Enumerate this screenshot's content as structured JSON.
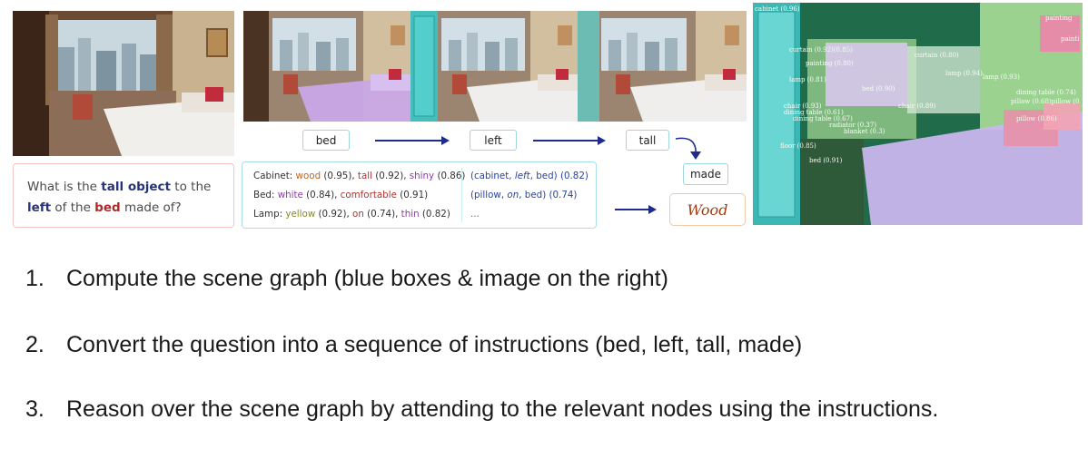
{
  "question": {
    "part1": "What is the ",
    "tall": "tall",
    "object": " object",
    "part2": " to the",
    "left": "left",
    "part3": " of the ",
    "bed": "bed",
    "part4": " made of?"
  },
  "instructions": [
    "bed",
    "left",
    "tall",
    "made"
  ],
  "scene_graph": {
    "attributes": [
      {
        "object": "Cabinet:",
        "items": [
          {
            "text": "wood",
            "score": "(0.95),",
            "color": "orange"
          },
          {
            "text": "tall",
            "score": "(0.92),",
            "color": "red"
          },
          {
            "text": "shiny",
            "score": "(0.86)",
            "color": "purple"
          }
        ]
      },
      {
        "object": "Bed:",
        "items": [
          {
            "text": "white",
            "score": "(0.84),",
            "color": "purple"
          },
          {
            "text": "comfortable",
            "score": "(0.91)",
            "color": "red"
          }
        ]
      },
      {
        "object": "Lamp:",
        "items": [
          {
            "text": "yellow",
            "score": "(0.92),",
            "color": "olive"
          },
          {
            "text": "on",
            "score": "(0.74),",
            "color": "red"
          },
          {
            "text": "thin",
            "score": "(0.82)",
            "color": "purple"
          }
        ]
      }
    ],
    "relations": [
      {
        "open": "(cabinet, ",
        "rel": "left",
        "close": ", bed) (0.82)"
      },
      {
        "open": "(pillow, ",
        "rel": "on",
        "close": ", bed) (0.74)"
      },
      {
        "open": "...",
        "rel": "",
        "close": ""
      }
    ]
  },
  "answer": "Wood",
  "segmentation_labels": {
    "top_left": "cabinet (0.96)",
    "painting_1": "painting",
    "painting_2": "painti",
    "curtain_1": "curtain (0.92)(0.85)",
    "painting_3": "painting (0.80)",
    "curtain_2": "curtain (0.80)",
    "lamp_1": "lamp (0.81)",
    "lamp_2": "lamp (0.94)",
    "lamp_3": "lamp (0.93)",
    "bed": "bed (0.90)",
    "dining_table_1": "dining table (0.74)",
    "pillow_1": "pillow (0.68)pillow (0",
    "chair_1": "chair (0.93)",
    "chair_2": "chair (0.89)",
    "dining_table_2": "dining table (0.61)",
    "dining_table_3": "dining table (0.67)",
    "pillow_2": "pillow (0.86)",
    "radiator": "radiator (0.37)",
    "blanket": "blanket (0.3)",
    "floor": "floor (0.85)",
    "bed_2": "bed (0.91)"
  },
  "steps": [
    {
      "num": "1.",
      "text": "Compute the scene graph (blue boxes & image on the right)"
    },
    {
      "num": "2.",
      "text": "Convert the question into a sequence of instructions (bed, left, tall, made)"
    },
    {
      "num": "3.",
      "text": "Reason over the scene graph by attending to the relevant nodes using the instructions."
    }
  ],
  "colors": {
    "question_border": "#f2c4c4",
    "chip_border": "#9fd6dd",
    "arrow": "#1e2a8c",
    "answer_text": "#a33a10",
    "bed_highlight": "#c9a6e6",
    "cabinet_highlight": "#3fc1c0"
  }
}
